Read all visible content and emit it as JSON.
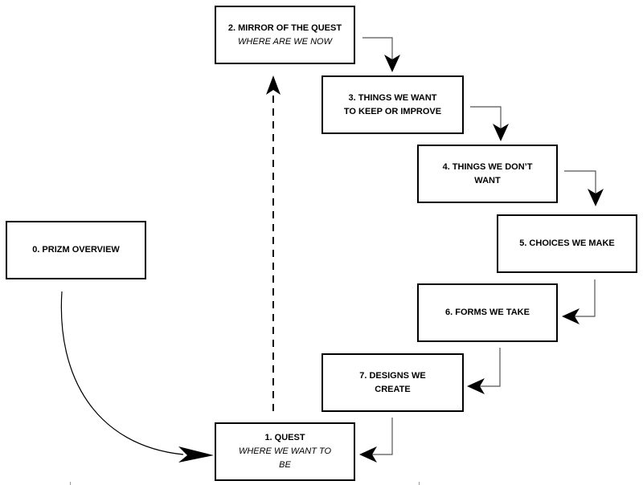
{
  "nodes": {
    "prizm_overview": {
      "title": "0. PRIZM OVERVIEW"
    },
    "quest": {
      "title": "1. QUEST",
      "subtitle_line1": "WHERE WE WANT TO",
      "subtitle_line2": "BE"
    },
    "mirror": {
      "title": "2. MIRROR OF THE QUEST",
      "subtitle": "WHERE ARE WE NOW"
    },
    "keep": {
      "line1": "3. THINGS WE WANT",
      "line2": "TO KEEP OR IMPROVE"
    },
    "dont_want": {
      "line1": "4. THINGS WE DON’T",
      "line2": "WANT"
    },
    "choices": {
      "title": "5. CHOICES WE MAKE"
    },
    "forms": {
      "title": "6. FORMS WE TAKE"
    },
    "designs": {
      "line1": "7. DESIGNS WE",
      "line2": "CREATE"
    }
  },
  "edges": [
    {
      "from": "prizm_overview",
      "to": "quest",
      "style": "curved-solid"
    },
    {
      "from": "quest",
      "to": "mirror",
      "style": "dashed"
    },
    {
      "from": "mirror",
      "to": "keep",
      "style": "elbow"
    },
    {
      "from": "keep",
      "to": "dont_want",
      "style": "elbow"
    },
    {
      "from": "dont_want",
      "to": "choices",
      "style": "elbow"
    },
    {
      "from": "choices",
      "to": "forms",
      "style": "elbow"
    },
    {
      "from": "forms",
      "to": "designs",
      "style": "elbow"
    },
    {
      "from": "designs",
      "to": "quest",
      "style": "elbow"
    }
  ],
  "colors": {
    "stroke": "#000000",
    "background": "#ffffff"
  }
}
